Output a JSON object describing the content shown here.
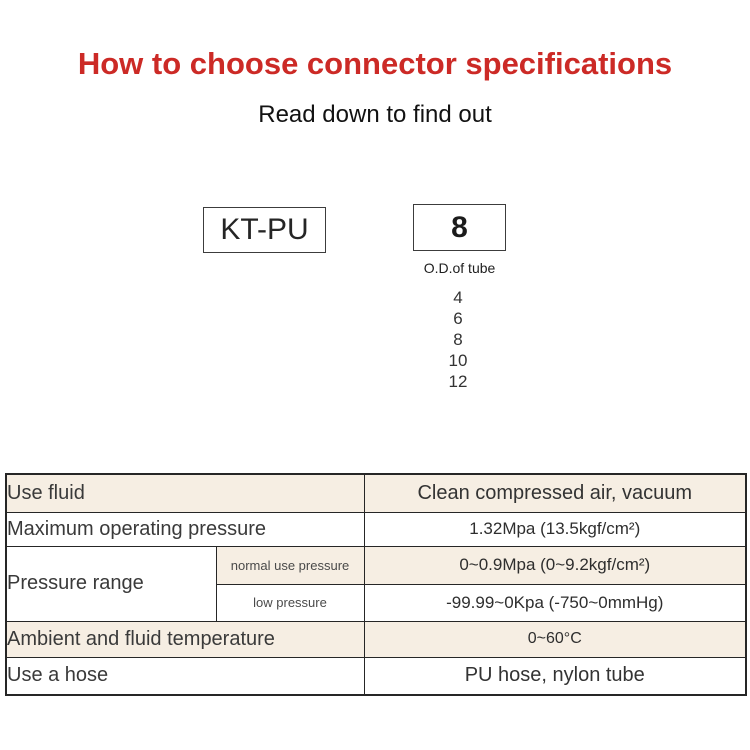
{
  "colors": {
    "title_red": "#cc2a26",
    "row_beige": "#f6eee3",
    "border_dark": "#262626",
    "text_dark": "#3a3a3a"
  },
  "header": {
    "title": "How to choose connector specifications",
    "subtitle": "Read down to find out"
  },
  "model": {
    "series_label": "KT-PU",
    "size_value": "8",
    "size_caption": "O.D.of tube",
    "size_options": [
      "4",
      "6",
      "8",
      "10",
      "12"
    ]
  },
  "table": {
    "rows": [
      {
        "label": "Use fluid",
        "value": "Clean compressed air, vacuum"
      },
      {
        "label": "Maximum operating pressure",
        "value": "1.32Mpa (13.5kgf/cm²)"
      },
      {
        "label": "Pressure range",
        "sub_label": "normal use pressure",
        "value": "0~0.9Mpa (0~9.2kgf/cm²)"
      },
      {
        "sub_label": "low pressure",
        "value": "-99.99~0Kpa (-750~0mmHg)"
      },
      {
        "label": "Ambient and fluid temperature",
        "value": "0~60°C"
      },
      {
        "label": "Use a hose",
        "value": "PU hose, nylon tube"
      }
    ]
  }
}
